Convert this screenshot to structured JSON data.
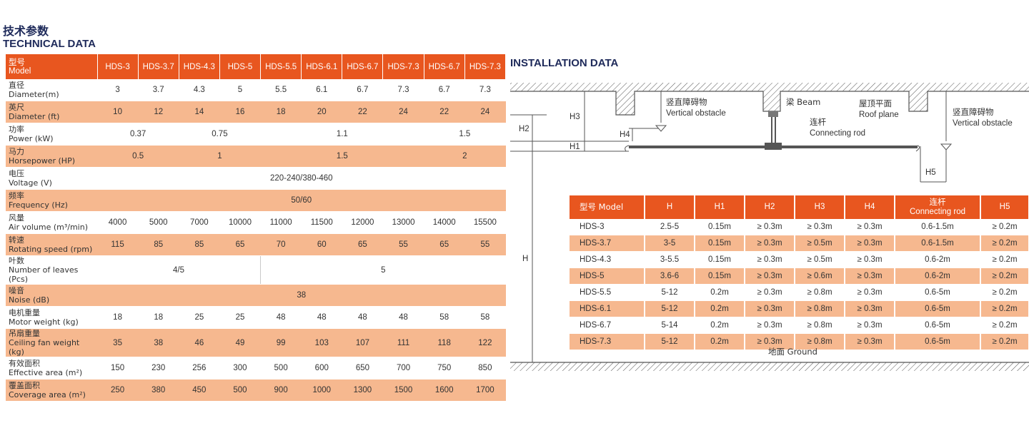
{
  "page": {
    "title_cn": "技术参数",
    "title_en": "TECHNICAL DATA",
    "install_title": "INSTALLATION DATA"
  },
  "tech": {
    "header_label": [
      "型号",
      "Model"
    ],
    "models": [
      "HDS-3",
      "HDS-3.7",
      "HDS-4.3",
      "HDS-5",
      "HDS-5.5",
      "HDS-6.1",
      "HDS-6.7",
      "HDS-7.3",
      "HDS-6.7",
      "HDS-7.3"
    ],
    "rows": [
      {
        "cn": "直径",
        "en": "Diameter(m)",
        "cells": [
          [
            "3",
            1
          ],
          [
            "3.7",
            1
          ],
          [
            "4.3",
            1
          ],
          [
            "5",
            1
          ],
          [
            "5.5",
            1
          ],
          [
            "6.1",
            1
          ],
          [
            "6.7",
            1
          ],
          [
            "7.3",
            1
          ],
          [
            "6.7",
            1
          ],
          [
            "7.3",
            1
          ]
        ]
      },
      {
        "cn": "英尺",
        "en": "Diameter (ft)",
        "cells": [
          [
            "10",
            1
          ],
          [
            "12",
            1
          ],
          [
            "14",
            1
          ],
          [
            "16",
            1
          ],
          [
            "18",
            1
          ],
          [
            "20",
            1
          ],
          [
            "22",
            1
          ],
          [
            "24",
            1
          ],
          [
            "22",
            1
          ],
          [
            "24",
            1
          ]
        ]
      },
      {
        "cn": "功率",
        "en": "Power (kW)",
        "cells": [
          [
            "0.37",
            2
          ],
          [
            "0.75",
            2
          ],
          [
            "1.1",
            4
          ],
          [
            "1.5",
            2
          ]
        ]
      },
      {
        "cn": "马力",
        "en": "Horsepower (HP)",
        "cells": [
          [
            "0.5",
            2
          ],
          [
            "1",
            2
          ],
          [
            "1.5",
            4
          ],
          [
            "2",
            2
          ]
        ]
      },
      {
        "cn": "电压",
        "en": "Voltage (V)",
        "cells": [
          [
            "220-240/380-460",
            10
          ]
        ]
      },
      {
        "cn": "频率",
        "en": "Frequency (Hz)",
        "cells": [
          [
            "50/60",
            10
          ]
        ]
      },
      {
        "cn": "风量",
        "en": "Air volume (m³/min)",
        "cells": [
          [
            "4000",
            1
          ],
          [
            "5000",
            1
          ],
          [
            "7000",
            1
          ],
          [
            "10000",
            1
          ],
          [
            "11000",
            1
          ],
          [
            "11500",
            1
          ],
          [
            "12000",
            1
          ],
          [
            "13000",
            1
          ],
          [
            "14000",
            1
          ],
          [
            "15500",
            1
          ]
        ]
      },
      {
        "cn": "转速",
        "en": "Rotating speed (rpm)",
        "cells": [
          [
            "115",
            1
          ],
          [
            "85",
            1
          ],
          [
            "85",
            1
          ],
          [
            "65",
            1
          ],
          [
            "70",
            1
          ],
          [
            "60",
            1
          ],
          [
            "65",
            1
          ],
          [
            "55",
            1
          ],
          [
            "65",
            1
          ],
          [
            "55",
            1
          ]
        ]
      },
      {
        "cn": "叶数",
        "en": "Number of leaves (Pcs)",
        "cells": [
          [
            "4/5",
            4
          ],
          [
            "5",
            6
          ]
        ]
      },
      {
        "cn": "噪音",
        "en": "Noise (dB)",
        "cells": [
          [
            "38",
            10
          ]
        ]
      },
      {
        "cn": "电机重量",
        "en": "Motor weight (kg)",
        "cells": [
          [
            "18",
            1
          ],
          [
            "18",
            1
          ],
          [
            "25",
            1
          ],
          [
            "25",
            1
          ],
          [
            "48",
            1
          ],
          [
            "48",
            1
          ],
          [
            "48",
            1
          ],
          [
            "48",
            1
          ],
          [
            "58",
            1
          ],
          [
            "58",
            1
          ]
        ]
      },
      {
        "cn": "吊扇重量",
        "en": "Ceiling fan weight (kg)",
        "cells": [
          [
            "35",
            1
          ],
          [
            "38",
            1
          ],
          [
            "46",
            1
          ],
          [
            "49",
            1
          ],
          [
            "99",
            1
          ],
          [
            "103",
            1
          ],
          [
            "107",
            1
          ],
          [
            "111",
            1
          ],
          [
            "118",
            1
          ],
          [
            "122",
            1
          ]
        ]
      },
      {
        "cn": "有效面积",
        "en": "Effective area (m²)",
        "cells": [
          [
            "150",
            1
          ],
          [
            "230",
            1
          ],
          [
            "256",
            1
          ],
          [
            "300",
            1
          ],
          [
            "500",
            1
          ],
          [
            "600",
            1
          ],
          [
            "650",
            1
          ],
          [
            "700",
            1
          ],
          [
            "750",
            1
          ],
          [
            "850",
            1
          ]
        ]
      },
      {
        "cn": "覆盖面积",
        "en": "Coverage area (m²)",
        "cells": [
          [
            "250",
            1
          ],
          [
            "380",
            1
          ],
          [
            "450",
            1
          ],
          [
            "500",
            1
          ],
          [
            "900",
            1
          ],
          [
            "1000",
            1
          ],
          [
            "1300",
            1
          ],
          [
            "1500",
            1
          ],
          [
            "1600",
            1
          ],
          [
            "1700",
            1
          ]
        ]
      }
    ]
  },
  "install": {
    "headers": [
      "型号 Model",
      "H",
      "H1",
      "H2",
      "H3",
      "H4",
      "连杆|Connecting rod",
      "H5"
    ],
    "rows": [
      [
        "HDS-3",
        "2.5-5",
        "0.15m",
        "≥ 0.3m",
        "≥ 0.3m",
        "≥ 0.3m",
        "0.6-1.5m",
        "≥ 0.2m"
      ],
      [
        "HDS-3.7",
        "3-5",
        "0.15m",
        "≥ 0.3m",
        "≥ 0.5m",
        "≥ 0.3m",
        "0.6-1.5m",
        "≥ 0.2m"
      ],
      [
        "HDS-4.3",
        "3-5.5",
        "0.15m",
        "≥ 0.3m",
        "≥ 0.5m",
        "≥ 0.3m",
        "0.6-2m",
        "≥ 0.2m"
      ],
      [
        "HDS-5",
        "3.6-6",
        "0.15m",
        "≥ 0.3m",
        "≥ 0.6m",
        "≥ 0.3m",
        "0.6-2m",
        "≥ 0.2m"
      ],
      [
        "HDS-5.5",
        "5-12",
        "0.2m",
        "≥ 0.3m",
        "≥ 0.8m",
        "≥ 0.3m",
        "0.6-5m",
        "≥ 0.2m"
      ],
      [
        "HDS-6.1",
        "5-12",
        "0.2m",
        "≥ 0.3m",
        "≥ 0.8m",
        "≥ 0.3m",
        "0.6-5m",
        "≥ 0.2m"
      ],
      [
        "HDS-6.7",
        "5-14",
        "0.2m",
        "≥ 0.3m",
        "≥ 0.8m",
        "≥ 0.3m",
        "0.6-5m",
        "≥ 0.2m"
      ],
      [
        "HDS-7.3",
        "5-12",
        "0.2m",
        "≥ 0.3m",
        "≥ 0.8m",
        "≥ 0.3m",
        "0.6-5m",
        "≥ 0.2m"
      ]
    ],
    "ground": "地面 Ground"
  },
  "diagram": {
    "vertical_obstacle_cn": "竖直障碍物",
    "vertical_obstacle_en": "Vertical obstacle",
    "beam": "梁 Beam",
    "roof_cn": "屋顶平面",
    "roof_en": "Roof plane",
    "rod_cn": "连杆",
    "rod_en": "Connecting rod",
    "vertical_obstacle2_cn": "竖直障碍物",
    "vertical_obstacle2_en": "Vertical obstacle",
    "h": "H",
    "h1": "H1",
    "h2": "H2",
    "h3": "H3",
    "h4": "H4",
    "h5": "H5"
  }
}
